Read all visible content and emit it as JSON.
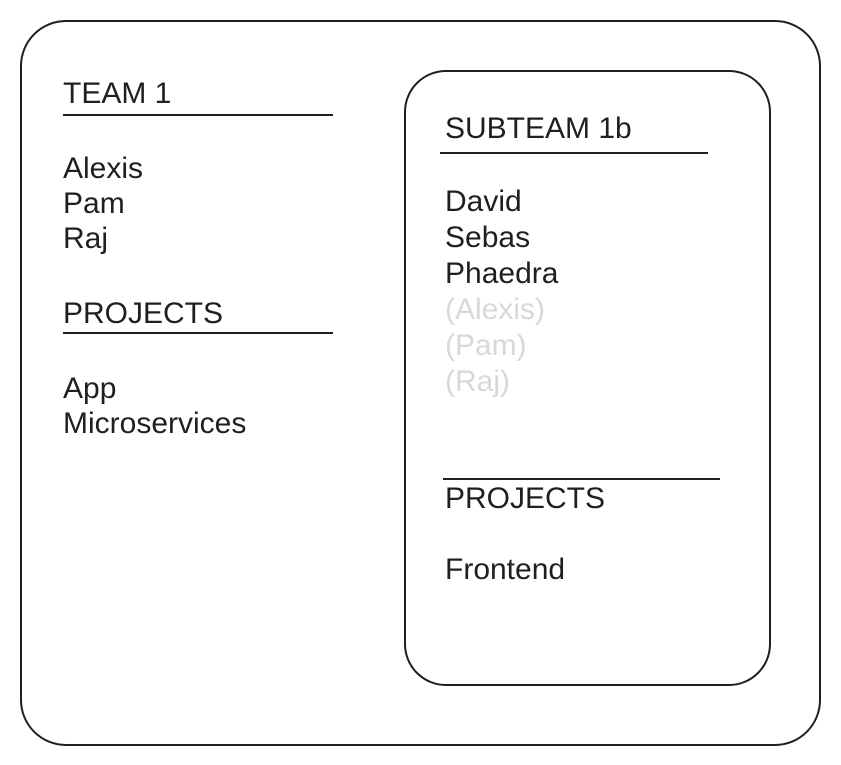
{
  "colors": {
    "border": "#1f1f1f",
    "text": "#1f1f1f",
    "inherited_text": "#d8d8d8",
    "background": "#ffffff"
  },
  "team_panel": {
    "title": "TEAM 1",
    "members": [
      "Alexis",
      "Pam",
      "Raj"
    ],
    "projects_heading": "PROJECTS",
    "projects": [
      "App",
      "Microservices"
    ]
  },
  "subteam_panel": {
    "title": "SUBTEAM 1b",
    "members": [
      "David",
      "Sebas",
      "Phaedra"
    ],
    "inherited_members": [
      "(Alexis)",
      "(Pam)",
      "(Raj)"
    ],
    "projects_heading": "PROJECTS",
    "projects": [
      "Frontend"
    ]
  }
}
